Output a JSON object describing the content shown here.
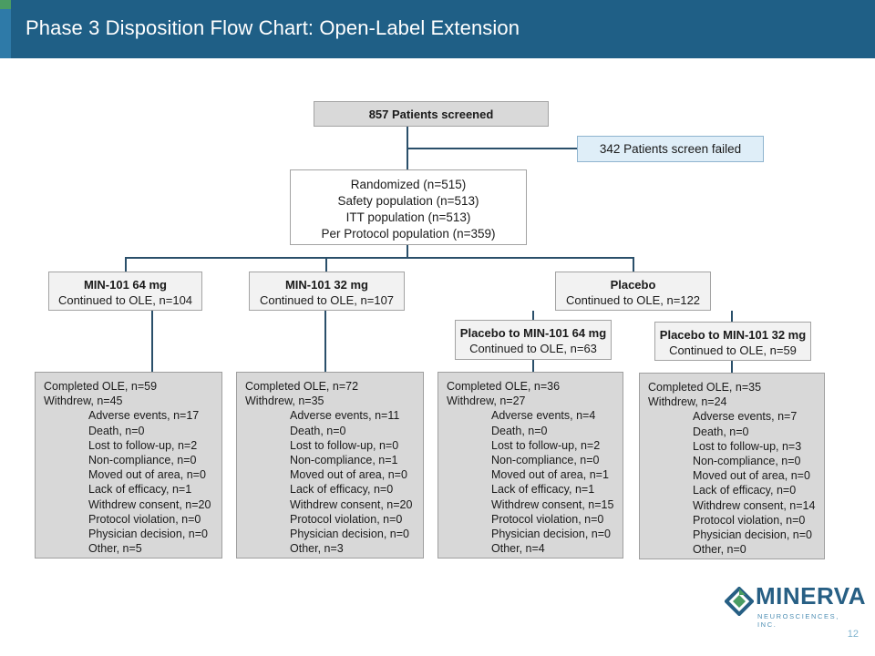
{
  "slide": {
    "title": "Phase 3 Disposition Flow Chart: Open-Label Extension",
    "page_number": "12"
  },
  "screened": {
    "label": "857 Patients screened"
  },
  "screen_failed": {
    "label": "342 Patients screen failed"
  },
  "randomized": {
    "lines": [
      "Randomized (n=515)",
      "Safety population (n=513)",
      "ITT population (n=513)",
      "Per Protocol population (n=359)"
    ]
  },
  "arms": [
    {
      "title": "MIN-101 64 mg",
      "subtitle": "Continued to OLE, n=104"
    },
    {
      "title": "MIN-101 32 mg",
      "subtitle": "Continued to OLE, n=107"
    },
    {
      "title": "Placebo",
      "subtitle": "Continued to OLE, n=122"
    }
  ],
  "placebo_arms": [
    {
      "title": "Placebo to MIN-101 64 mg",
      "subtitle": "Continued to OLE, n=63"
    },
    {
      "title": "Placebo to MIN-101 32 mg",
      "subtitle": "Continued to OLE, n=59"
    }
  ],
  "dispositions": [
    {
      "completed": "Completed OLE, n=59",
      "withdrew": "Withdrew, n=45",
      "reasons": [
        "Adverse events, n=17",
        "Death, n=0",
        "Lost to follow-up, n=2",
        "Non-compliance, n=0",
        "Moved out of area, n=0",
        "Lack of efficacy, n=1",
        "Withdrew consent, n=20",
        "Protocol violation, n=0",
        "Physician decision, n=0",
        "Other, n=5"
      ]
    },
    {
      "completed": "Completed OLE, n=72",
      "withdrew": "Withdrew, n=35",
      "reasons": [
        "Adverse events, n=11",
        "Death, n=0",
        "Lost to follow-up, n=0",
        "Non-compliance, n=1",
        "Moved out of area, n=0",
        "Lack of efficacy, n=0",
        "Withdrew consent, n=20",
        "Protocol violation, n=0",
        "Physician decision, n=0",
        "Other, n=3"
      ]
    },
    {
      "completed": "Completed OLE, n=36",
      "withdrew": "Withdrew, n=27",
      "reasons": [
        "Adverse events, n=4",
        "Death, n=0",
        "Lost to follow-up, n=2",
        "Non-compliance, n=0",
        "Moved out of area, n=1",
        "Lack of efficacy, n=1",
        "Withdrew consent, n=15",
        "Protocol violation, n=0",
        "Physician decision, n=0",
        "Other, n=4"
      ]
    },
    {
      "completed": "Completed OLE, n=35",
      "withdrew": "Withdrew, n=24",
      "reasons": [
        "Adverse events, n=7",
        "Death, n=0",
        "Lost to follow-up, n=3",
        "Non-compliance, n=0",
        "Moved out of area, n=0",
        "Lack of efficacy, n=0",
        "Withdrew consent, n=14",
        "Protocol violation, n=0",
        "Physician decision, n=0",
        "Other, n=0"
      ]
    }
  ],
  "logo": {
    "name": "MINERVA",
    "subtitle": "NEUROSCIENCES, INC.",
    "icon": "minerva-logo-icon"
  },
  "colors": {
    "header": "#1f5f86",
    "connector": "#2a4f6a",
    "box_fill": "#d9d9d9",
    "screen_failed_fill": "#dfeef8",
    "logo_blue": "#275f84",
    "logo_green": "#4a9c63"
  }
}
